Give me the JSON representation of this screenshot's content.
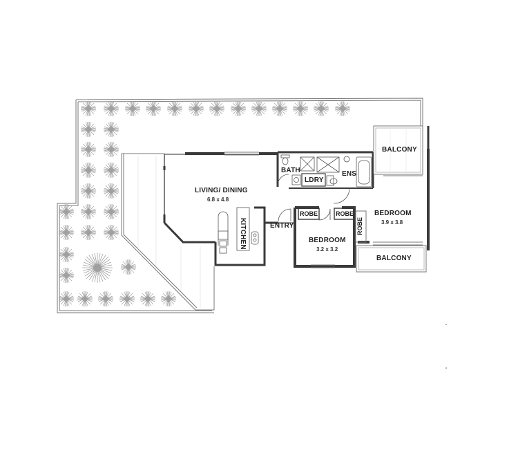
{
  "plan": {
    "rooms": {
      "living_dining": {
        "label": "LIVING/ DINING",
        "size": "6.8 x 4.8"
      },
      "kitchen": {
        "label": "KITCHEN"
      },
      "entry": {
        "label": "ENTRY"
      },
      "bath": {
        "label": "BATH"
      },
      "laundry": {
        "label": "LDRY"
      },
      "ensuite": {
        "label": "ENS"
      },
      "bedroom_1": {
        "label": "BEDROOM",
        "size": "3.9 x 3.8"
      },
      "bedroom_2": {
        "label": "BEDROOM",
        "size": "3.2 x 3.2"
      },
      "robe_1": {
        "label": "ROBE"
      },
      "robe_2": {
        "label": "ROBE"
      },
      "robe_3": {
        "label": "ROBE"
      },
      "balcony_top": {
        "label": "BALCONY"
      },
      "balcony_bottom": {
        "label": "BALCONY"
      }
    },
    "colors": {
      "wall": "#3a3a3a",
      "thin_line": "#777777",
      "shrub": "#9a9a9a",
      "background": "#ffffff"
    }
  }
}
